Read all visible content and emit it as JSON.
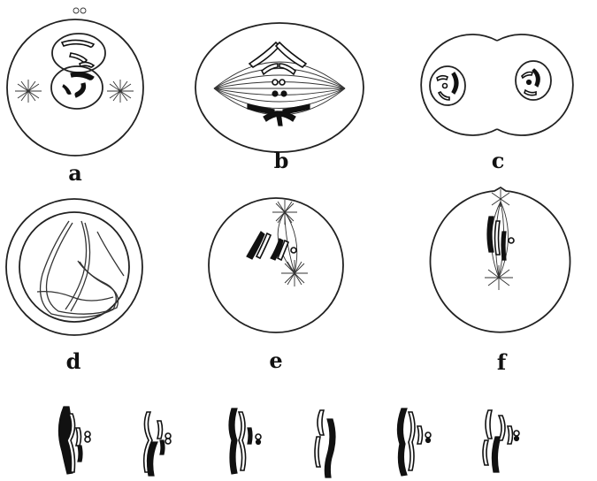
{
  "figure": {
    "panels": [
      {
        "id": "a",
        "label": "a"
      },
      {
        "id": "b",
        "label": "b"
      },
      {
        "id": "c",
        "label": "c"
      },
      {
        "id": "d",
        "label": "d"
      },
      {
        "id": "e",
        "label": "e"
      },
      {
        "id": "f",
        "label": "f"
      }
    ],
    "ink_color": "#111111",
    "background_color": "#ffffff"
  }
}
